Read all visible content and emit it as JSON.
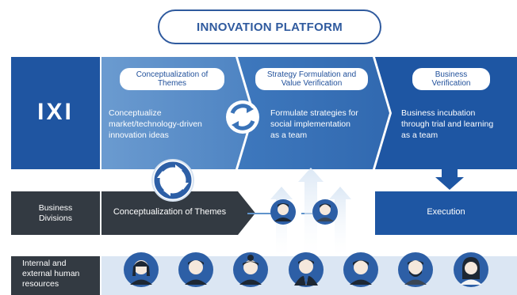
{
  "title": "INNOVATION PLATFORM",
  "brand": "IXI",
  "phases": [
    {
      "label": "Conceptualization of Themes",
      "desc_lines": [
        "Conceptualize",
        "market/technology-driven",
        "innovation ideas"
      ]
    },
    {
      "label": "Strategy Formulation and Value Verification",
      "desc_lines": [
        "Formulate strategies for",
        "social implementation",
        "as a team"
      ]
    },
    {
      "label": "Business Verification",
      "desc_lines": [
        "Business incubation",
        "through trial and learning",
        "as a team"
      ]
    }
  ],
  "rows": {
    "business_divisions_lines": [
      "Business",
      "Divisions"
    ],
    "human_resources_lines": [
      "Internal and",
      "external human",
      "resources"
    ]
  },
  "flow": {
    "conceptualization": "Conceptualization of Themes",
    "execution": "Execution"
  },
  "colors": {
    "dark_blue": "#1e56a3",
    "mid_blue": "#3a73b8",
    "light_blue": "#5f93cb",
    "dark_gray": "#333a42",
    "pale_blue": "#dbe6f3",
    "avatar_blue": "#2d5fa6",
    "skin": "#f5e8dc"
  }
}
